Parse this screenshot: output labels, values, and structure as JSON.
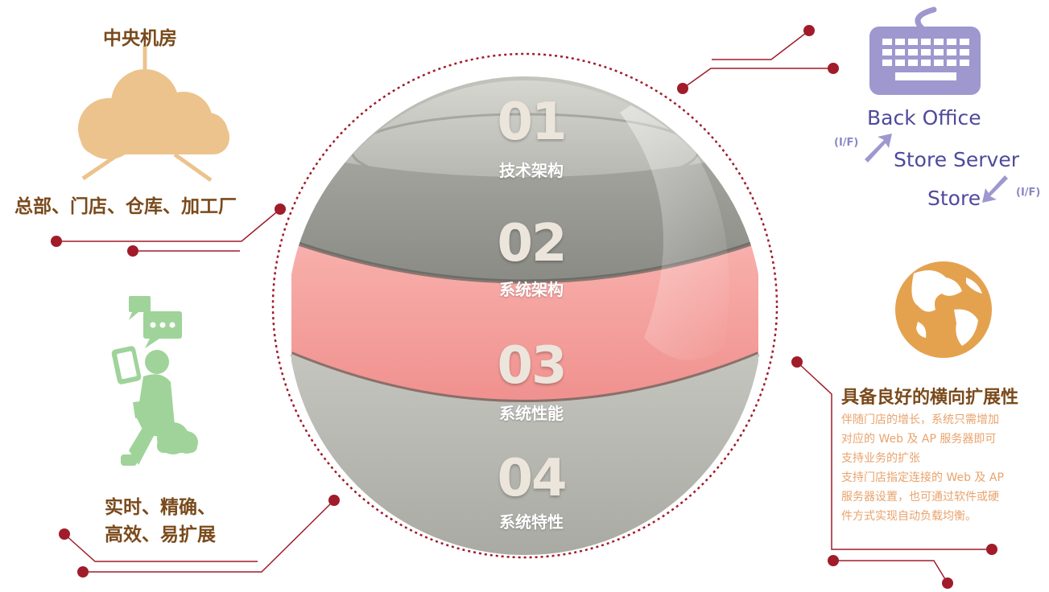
{
  "left_top": {
    "title": "中央机房",
    "subtitle": "总部、门店、仓库、加工厂"
  },
  "left_bottom": {
    "line1": "实时、精确、",
    "line2": "高效、易扩展"
  },
  "bands": [
    {
      "number": "01",
      "title": "技术架构"
    },
    {
      "number": "02",
      "title": "系统架构"
    },
    {
      "number": "03",
      "title": "系统性能"
    },
    {
      "number": "04",
      "title": "系统特性"
    }
  ],
  "right_top": {
    "back_office": "Back Office",
    "store_server": "Store Server",
    "store": "Store",
    "if_label_1": "(I/F)",
    "if_label_2": "(I/F)"
  },
  "right_bottom": {
    "title": "具备良好的横向扩展性",
    "desc_lines": [
      "伴随门店的增长，系统只需增加",
      "对应的 Web 及 AP 服务器即可",
      "支持业务的扩张",
      "支持门店指定连接的 Web 及 AP",
      "服务器设置，也可通过软件或硬",
      "件方式实现自动负载均衡。"
    ]
  },
  "colors": {
    "accent_red": "#a01c2a",
    "band_pink": "#f59e9b",
    "sphere_gray": "#b9bab3",
    "cloud_tan": "#ecc38c",
    "keyboard_purple": "#9e98cf",
    "person_green": "#9fd39a",
    "globe_orange": "#e4a24f"
  },
  "icons": [
    "cloud-icon",
    "keyboard-icon",
    "globe-icon",
    "person-tablet-icon",
    "chat-bubble-icon"
  ]
}
